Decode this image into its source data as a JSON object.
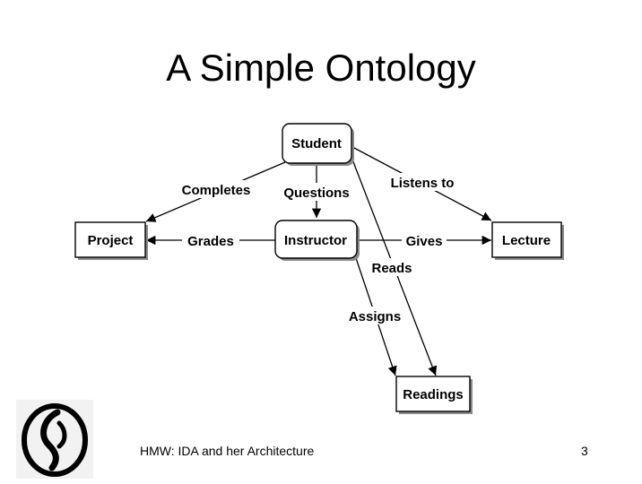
{
  "slide": {
    "title": "A Simple Ontology",
    "footer": "HMW: IDA and her Architecture",
    "page_number": "3"
  },
  "diagram": {
    "nodes": [
      {
        "id": "student",
        "label": "Student",
        "shape": "rounded"
      },
      {
        "id": "instructor",
        "label": "Instructor",
        "shape": "rounded"
      },
      {
        "id": "project",
        "label": "Project",
        "shape": "rectangle"
      },
      {
        "id": "lecture",
        "label": "Lecture",
        "shape": "rectangle"
      },
      {
        "id": "readings",
        "label": "Readings",
        "shape": "rectangle"
      }
    ],
    "edges": [
      {
        "from": "student",
        "to": "project",
        "label": "Completes"
      },
      {
        "from": "student",
        "to": "instructor",
        "label": "Questions"
      },
      {
        "from": "student",
        "to": "lecture",
        "label": "Listens to"
      },
      {
        "from": "instructor",
        "to": "project",
        "label": "Grades"
      },
      {
        "from": "instructor",
        "to": "lecture",
        "label": "Gives"
      },
      {
        "from": "student",
        "to": "readings",
        "label": "Reads"
      },
      {
        "from": "instructor",
        "to": "readings",
        "label": "Assigns"
      }
    ]
  }
}
